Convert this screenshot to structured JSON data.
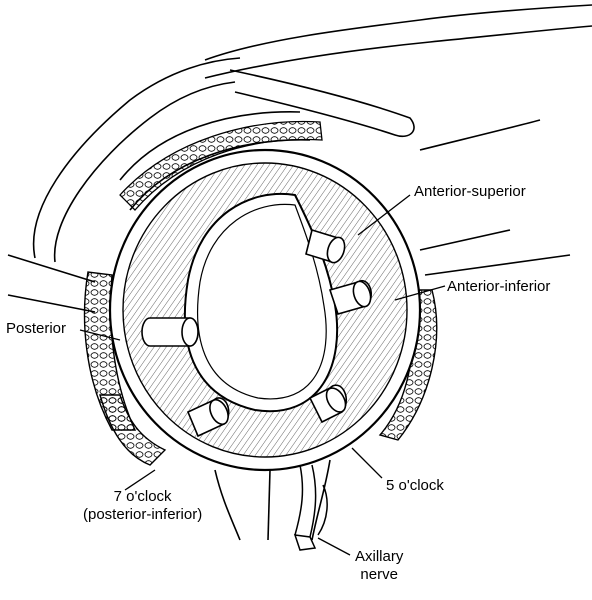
{
  "labels": {
    "anterior_superior": "Anterior-superior",
    "anterior_inferior": "Anterior-inferior",
    "posterior": "Posterior",
    "seven_oclock_line1": "7 o'clock",
    "seven_oclock_line2": "(posterior-inferior)",
    "five_oclock": "5 o'clock",
    "axillary_line1": "Axillary",
    "axillary_line2": "nerve"
  },
  "colors": {
    "ink": "#000000",
    "paper": "#ffffff"
  }
}
